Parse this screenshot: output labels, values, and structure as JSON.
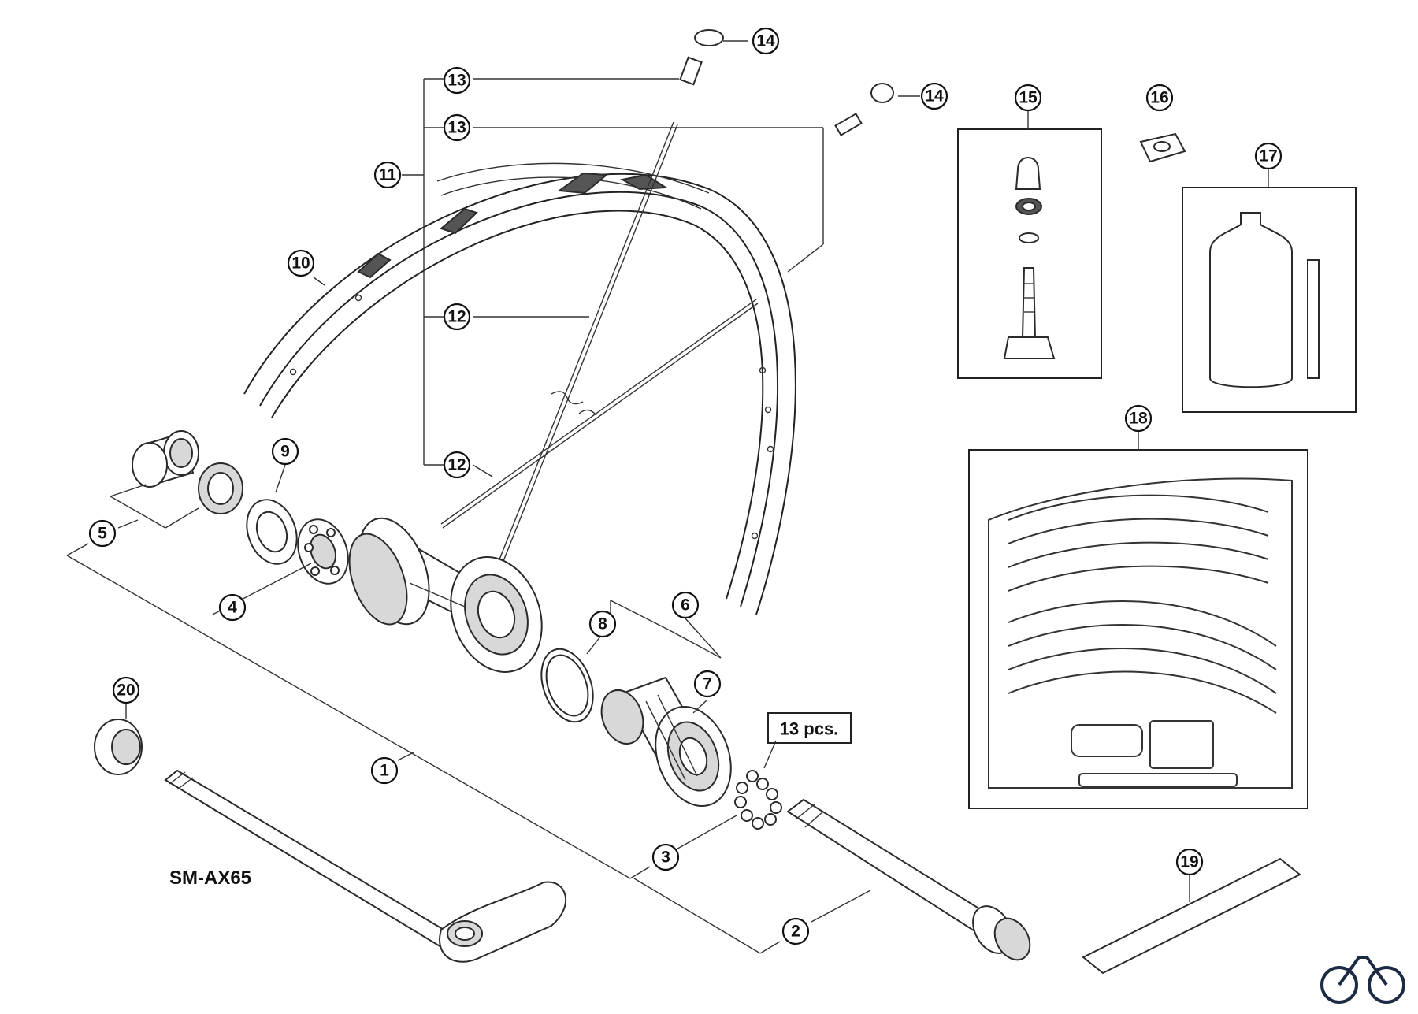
{
  "diagram": {
    "model_label": "SM-AX65",
    "quantity_note": "13 pcs.",
    "callouts": [
      {
        "id": "c1",
        "num": "1"
      },
      {
        "id": "c2",
        "num": "2"
      },
      {
        "id": "c3",
        "num": "3"
      },
      {
        "id": "c4",
        "num": "4"
      },
      {
        "id": "c5",
        "num": "5"
      },
      {
        "id": "c6",
        "num": "6"
      },
      {
        "id": "c7",
        "num": "7"
      },
      {
        "id": "c8",
        "num": "8"
      },
      {
        "id": "c9",
        "num": "9"
      },
      {
        "id": "c10",
        "num": "10"
      },
      {
        "id": "c11",
        "num": "11"
      },
      {
        "id": "c12a",
        "num": "12"
      },
      {
        "id": "c12b",
        "num": "12"
      },
      {
        "id": "c13a",
        "num": "13"
      },
      {
        "id": "c13b",
        "num": "13"
      },
      {
        "id": "c14a",
        "num": "14"
      },
      {
        "id": "c14b",
        "num": "14"
      },
      {
        "id": "c15",
        "num": "15"
      },
      {
        "id": "c16",
        "num": "16"
      },
      {
        "id": "c17",
        "num": "17"
      },
      {
        "id": "c18",
        "num": "18"
      },
      {
        "id": "c19",
        "num": "19"
      },
      {
        "id": "c20",
        "num": "20"
      }
    ]
  },
  "logo": {
    "icon": "bicycle-icon"
  }
}
